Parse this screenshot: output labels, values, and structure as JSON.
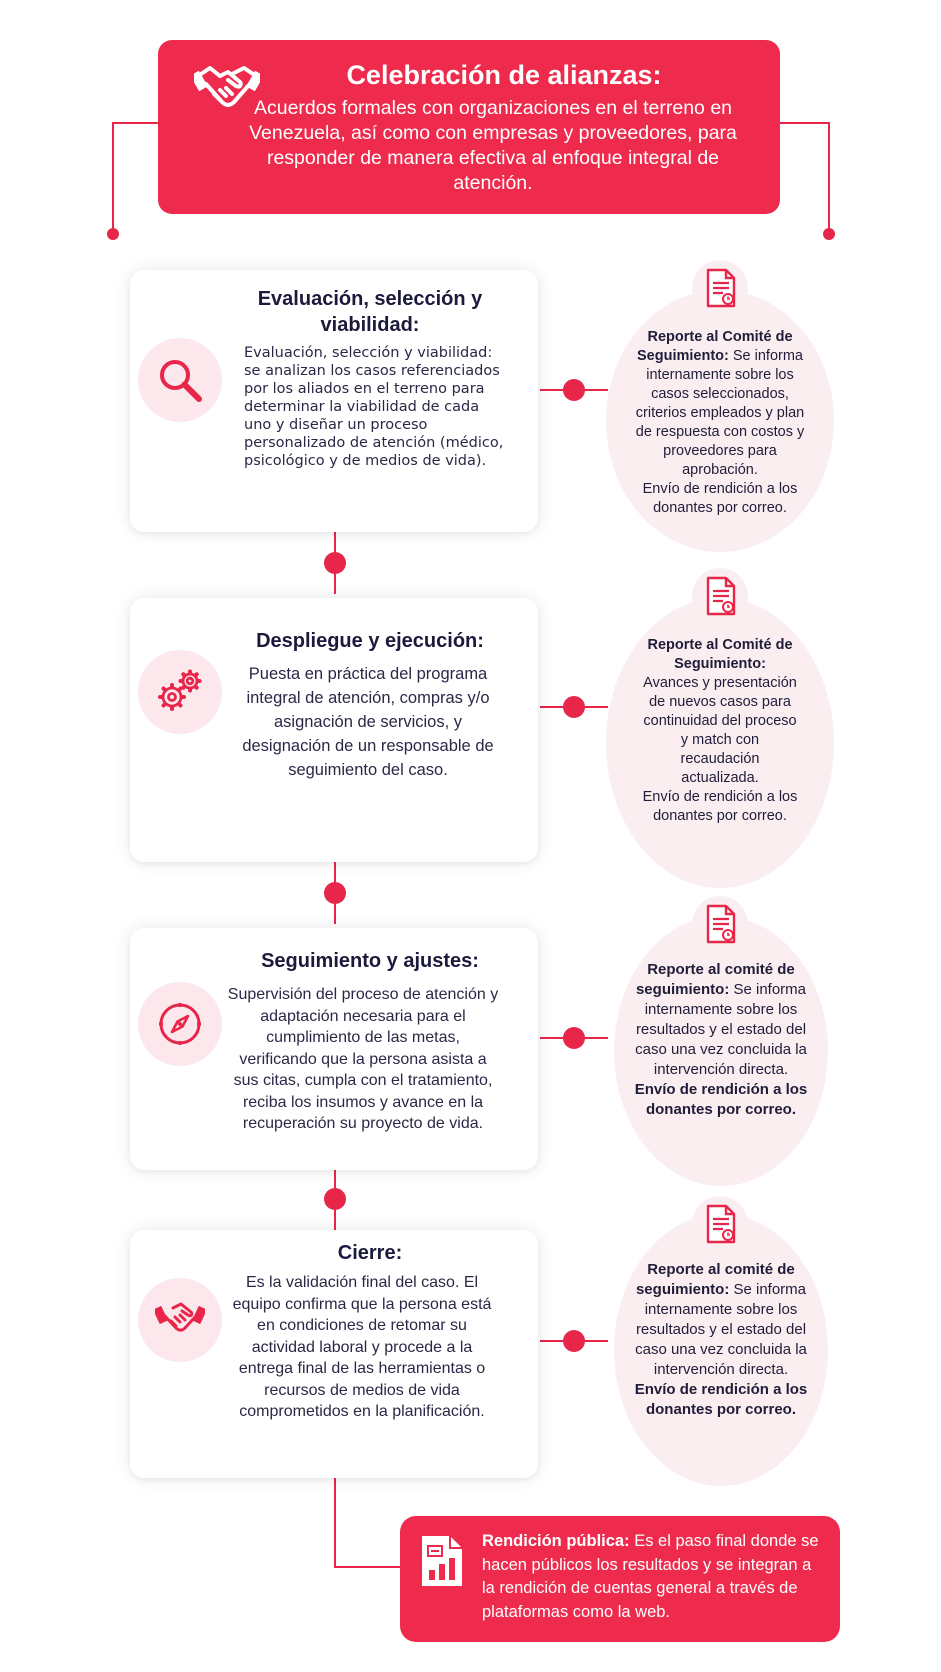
{
  "header": {
    "title": "Celebración de alianzas:",
    "text": "Acuerdos formales con organizaciones en el terreno en Venezuela, así como con empresas y proveedores, para responder de manera efectiva al enfoque integral de atención."
  },
  "steps": [
    {
      "title": "Evaluación, selección y viabilidad:",
      "icon": "magnifier-icon",
      "text": "Evaluación, selección y viabilidad: se analizan los casos referenciados por los aliados en el terreno para determinar la viabilidad de cada uno y diseñar un proceso personalizado de atención (médico, psicológico y de medios de vida).",
      "report_title": "Reporte al Comité de Seguimiento:",
      "report_text": "Se informa internamente sobre los casos seleccionados, criterios empleados y plan de respuesta con costos y proveedores para aprobación.",
      "report_note": "Envío de rendición a los donantes por correo."
    },
    {
      "title": "Despliegue y ejecución:",
      "icon": "gears-icon",
      "text": "Puesta en práctica del programa integral de atención, compras y/o asignación de servicios, y designación de un responsable de seguimiento del caso.",
      "report_title": "Reporte al Comité de Seguimiento:",
      "report_text": "Avances y presentación de nuevos casos para continuidad del proceso y match con recaudación actualizada.",
      "report_note": "Envío de rendición a los donantes por correo."
    },
    {
      "title": "Seguimiento y ajustes:",
      "icon": "compass-icon",
      "text": "Supervisión del proceso de atención y adaptación necesaria para el cumplimiento de las metas, verificando que la persona asista a sus citas, cumpla con el tratamiento, reciba los insumos y avance en la recuperación su proyecto de vida.",
      "report_title": "Reporte al comité de seguimiento:",
      "report_text": "Se informa internamente sobre los resultados y el estado del caso una vez concluida la intervención directa.",
      "report_note": "Envío de rendición a los donantes por correo."
    },
    {
      "title": "Cierre:",
      "icon": "handshake-icon",
      "text": "Es la validación final del caso. El equipo confirma que la persona está en condiciones de retomar su actividad laboral y procede a la entrega final de las herramientas o recursos de medios de vida comprometidos en la planificación.",
      "report_title": "Reporte al comité de seguimiento:",
      "report_text": "Se informa internamente sobre los resultados y el estado del caso una vez concluida la intervención directa.",
      "report_note": "Envío de rendición a los donantes por correo."
    }
  ],
  "footer": {
    "title": "Rendición pública:",
    "text": "Es el paso final donde se hacen públicos los resultados y se integran a la rendición de cuentas general a través de plataformas como la web."
  },
  "colors": {
    "accent": "#ee2a4d",
    "connector": "#e8264a",
    "icon_bg": "#fce8ec",
    "oval_bg": "#fbeef0",
    "text": "#1f1d3a"
  }
}
